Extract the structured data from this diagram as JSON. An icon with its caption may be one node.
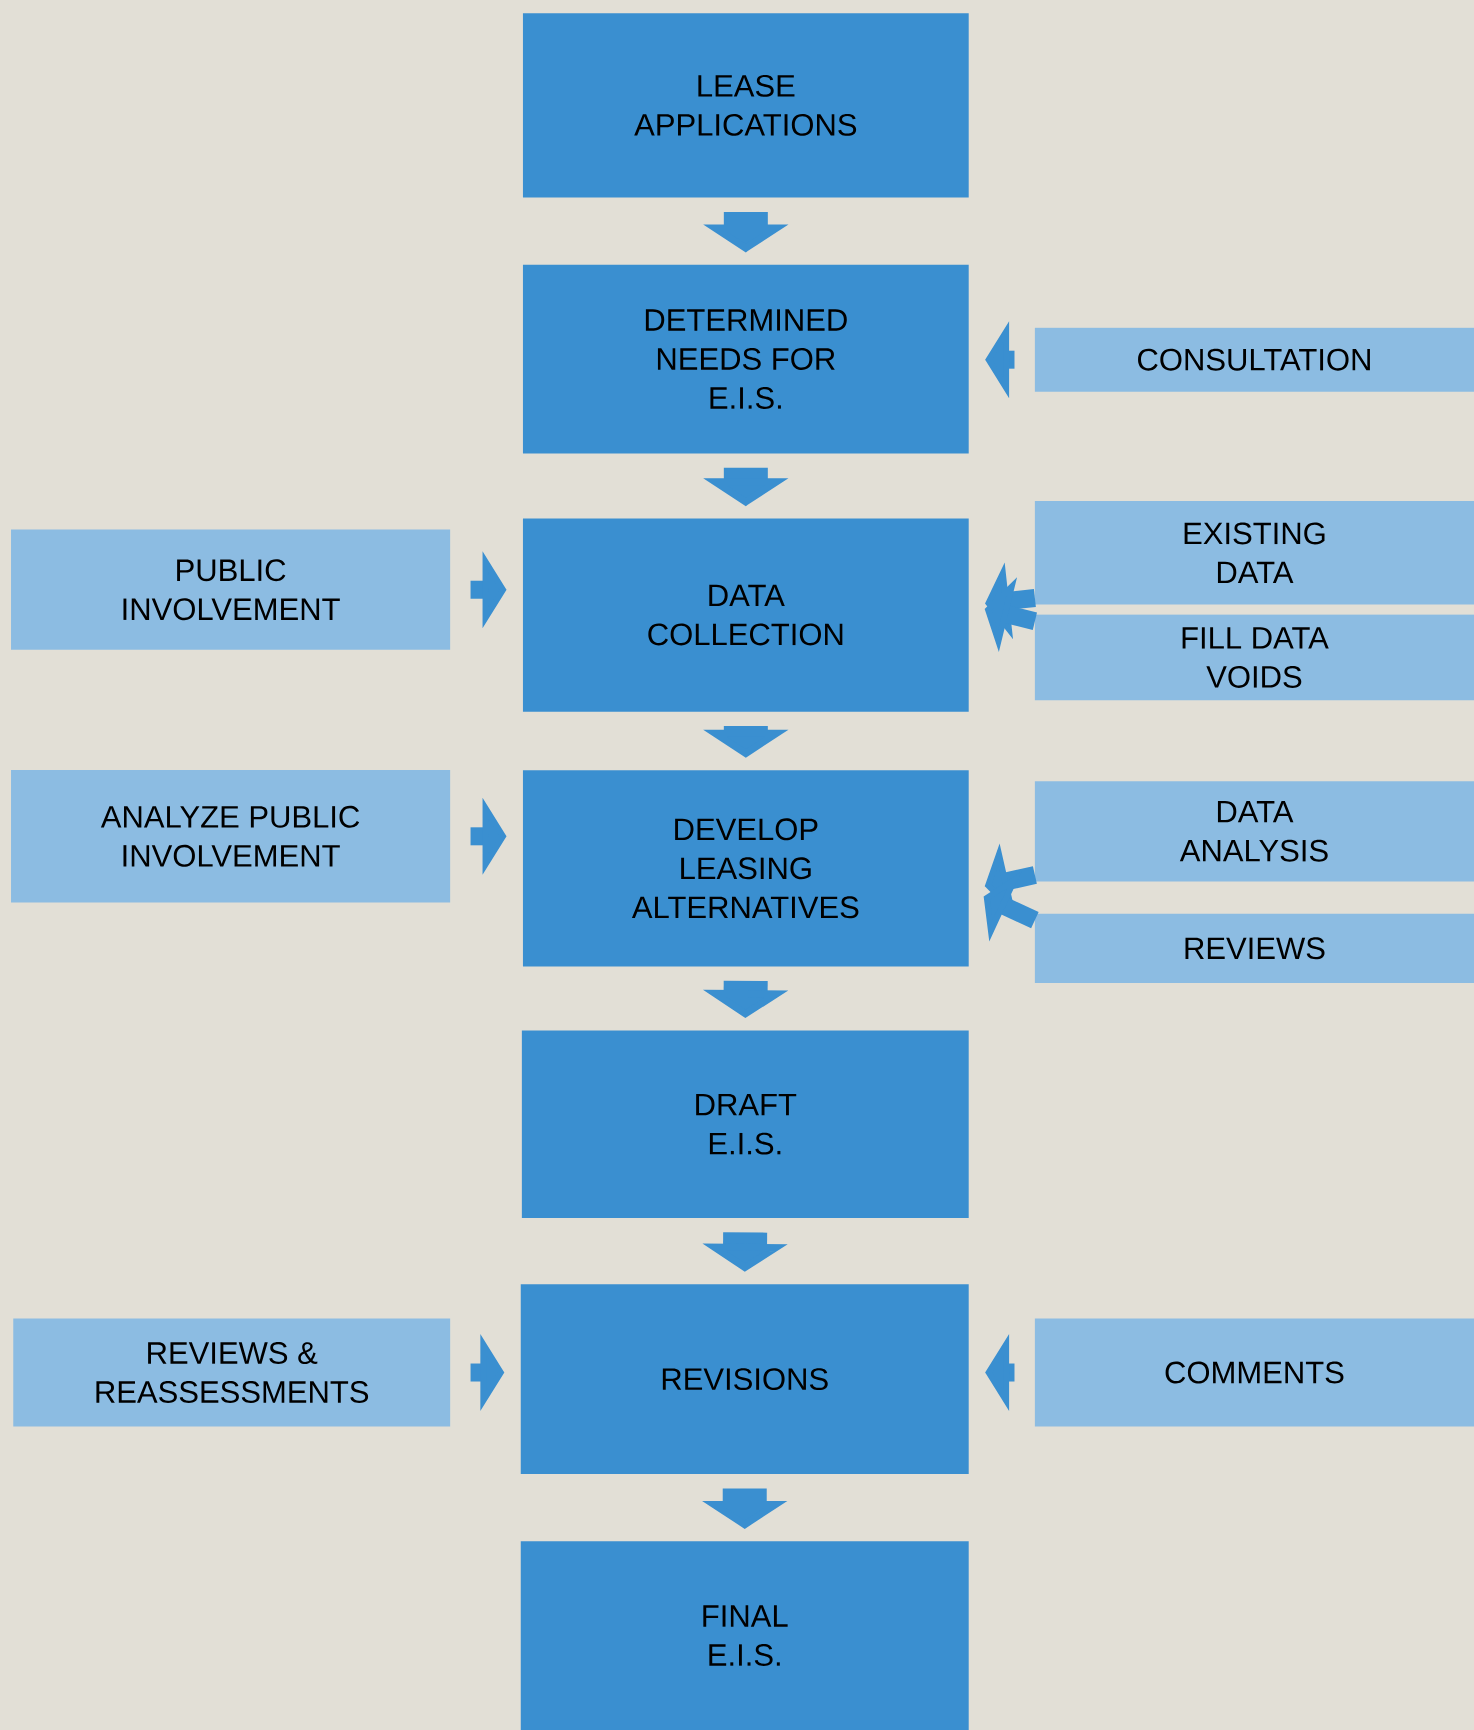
{
  "diagram": {
    "nodes": [
      {
        "text": [
          "LEASE APPLICATIONS"
        ]
      },
      {
        "text": [
          "DETERMINED NEEDS FOR E.I.S."
        ]
      },
      {
        "text": [
          "CONSULTATION"
        ]
      },
      {
        "text": [
          "PUBLIC INVOLVEMENT"
        ]
      },
      {
        "text": [
          "DATA COLLECTION"
        ]
      },
      {
        "text": [
          "EXISTING DATA"
        ]
      },
      {
        "text": [
          "FILL DATA VOIDS"
        ]
      },
      {
        "text": [
          "ANALYZE PUBLIC INVOLVEMENT"
        ]
      },
      {
        "text": [
          "DEVELOP LEASING ALTERNATIVES"
        ]
      },
      {
        "text": [
          "DATA ANALYSIS"
        ]
      },
      {
        "text": [
          "REVIEWS"
        ]
      },
      {
        "text": [
          "DRAFT E.I.S."
        ]
      },
      {
        "text": [
          "REVIEWS & REASSESSMENTS"
        ]
      },
      {
        "text": [
          "REVISIONS"
        ]
      },
      {
        "text": [
          "COMMENTS"
        ]
      },
      {
        "text": [
          "FINAL E.I.S."
        ]
      }
    ],
    "edges": [
      {
        "from": 0,
        "to": 1,
        "arrow": "to",
        "style": "thick"
      },
      {
        "from": 2,
        "to": 1,
        "arrow": "to"
      },
      {
        "from": 1,
        "to": 4,
        "arrow": "to",
        "style": "thick"
      },
      {
        "from": 3,
        "to": 4,
        "arrow": "to"
      },
      {
        "from": 5,
        "to": 4,
        "arrow": "to"
      },
      {
        "from": 6,
        "to": 4,
        "arrow": "to"
      },
      {
        "from": 4,
        "to": 8,
        "arrow": "to",
        "style": "thick"
      },
      {
        "from": 7,
        "to": 8,
        "arrow": "to"
      },
      {
        "from": 9,
        "to": 8,
        "arrow": "to"
      },
      {
        "from": 10,
        "to": 8,
        "arrow": "to"
      },
      {
        "from": 8,
        "to": 11,
        "arrow": "to",
        "style": "thick"
      },
      {
        "from": 11,
        "to": 13,
        "arrow": "to",
        "style": "thick"
      },
      {
        "from": 12,
        "to": 13,
        "arrow": "to"
      },
      {
        "from": 14,
        "to": 13,
        "arrow": "to"
      },
      {
        "from": 13,
        "to": 15,
        "arrow": "to",
        "style": "thick"
      }
    ]
  }
}
